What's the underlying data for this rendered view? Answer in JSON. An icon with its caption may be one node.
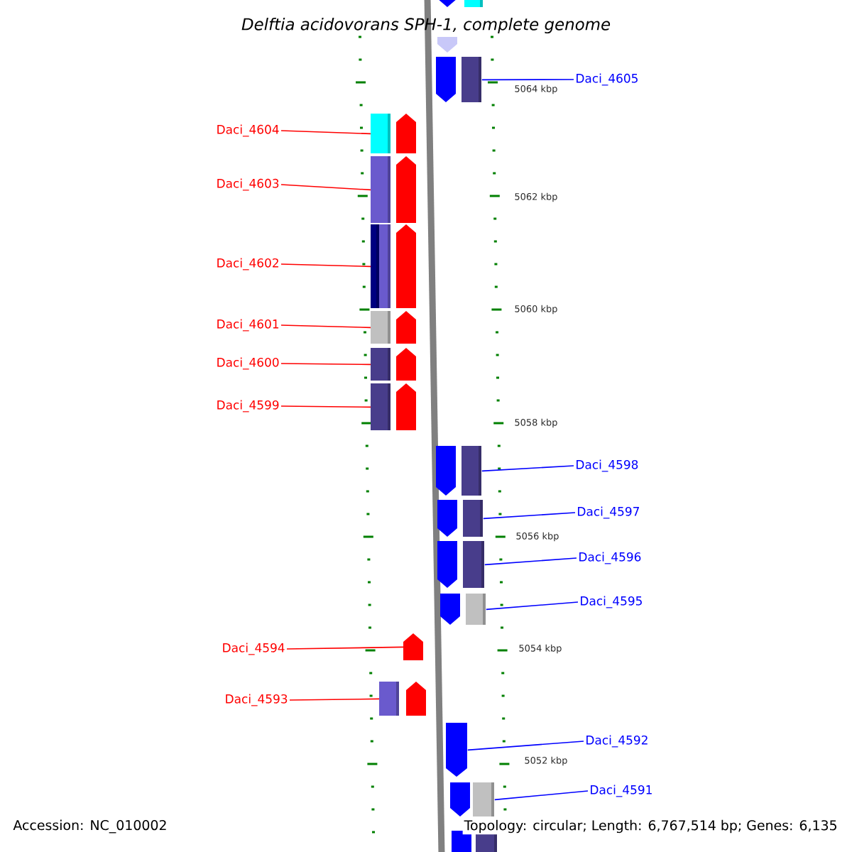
{
  "diagram": {
    "title": "Delftia acidovorans SPH-1, complete genome",
    "nodes": [
      {
        "text": [],
        "shape": "arrow"
      },
      {
        "text": [],
        "shape": "arrow"
      },
      {
        "text": [
          "Daci_4605"
        ]
      },
      {
        "text": [],
        "shape": "arrow"
      },
      {
        "text": [
          "Daci_4604"
        ]
      },
      {
        "text": [],
        "shape": "arrow"
      },
      {
        "text": [
          "Daci_4603"
        ]
      },
      {
        "text": [],
        "shape": "arrow"
      },
      {
        "text": [
          "Daci_4602"
        ]
      },
      {
        "text": [],
        "shape": "arrow"
      },
      {
        "text": [
          "Daci_4601"
        ]
      },
      {
        "text": [],
        "shape": "arrow"
      },
      {
        "text": [
          "Daci_4600"
        ]
      },
      {
        "text": [],
        "shape": "arrow"
      },
      {
        "text": [
          "Daci_4599"
        ]
      },
      {
        "text": [],
        "shape": "arrow"
      },
      {
        "text": [
          "Daci_4598"
        ]
      },
      {
        "text": [],
        "shape": "arrow"
      },
      {
        "text": [
          "Daci_4597"
        ]
      },
      {
        "text": [],
        "shape": "arrow"
      },
      {
        "text": [
          "Daci_4596"
        ]
      },
      {
        "text": [],
        "shape": "arrow"
      },
      {
        "text": [
          "Daci_4595"
        ]
      },
      {
        "text": [],
        "shape": "arrow"
      },
      {
        "text": [
          "Daci_4594"
        ]
      },
      {
        "text": [],
        "shape": "arrow"
      },
      {
        "text": [
          "Daci_4593"
        ]
      },
      {
        "text": [],
        "shape": "arrow"
      },
      {
        "text": [
          "Daci_4592"
        ]
      },
      {
        "text": [],
        "shape": "arrow"
      },
      {
        "text": [
          "Daci_4591"
        ]
      },
      {
        "text": [],
        "shape": "arrow"
      },
      {
        "text": [],
        "shape": "arrow"
      }
    ],
    "edges": [
      {
        "from": 2,
        "to": 3,
        "arrow": "none",
        "color": "#0000ff"
      },
      {
        "from": 4,
        "to": 5,
        "arrow": "none"
      },
      {
        "from": 6,
        "to": 7,
        "arrow": "none"
      },
      {
        "from": 8,
        "to": 9,
        "arrow": "none"
      },
      {
        "from": 10,
        "to": 11,
        "arrow": "none"
      },
      {
        "from": 12,
        "to": 13,
        "arrow": "none"
      },
      {
        "from": 14,
        "to": 15,
        "arrow": "none"
      },
      {
        "from": 16,
        "to": 17,
        "arrow": "none",
        "color": "#0000ff"
      },
      {
        "from": 18,
        "to": 19,
        "arrow": "none",
        "color": "#0000ff"
      },
      {
        "from": 20,
        "to": 21,
        "arrow": "none",
        "color": "#0000ff"
      },
      {
        "from": 22,
        "to": 23,
        "arrow": "none",
        "color": "#0000ff"
      },
      {
        "from": 24,
        "to": 25,
        "arrow": "none"
      },
      {
        "from": 26,
        "to": 27,
        "arrow": "none"
      },
      {
        "from": 28,
        "to": 29,
        "arrow": "none",
        "color": "#0000ff"
      },
      {
        "from": 30,
        "to": 31,
        "arrow": "none",
        "color": "#0000ff"
      }
    ],
    "labels": [
      "5064 kbp",
      "5062 kbp",
      "5060 kbp",
      "5058 kbp",
      "5056 kbp",
      "5054 kbp",
      "5052 kbp",
      "Accession: NC_010002",
      "Topology: circular; Length: 6,767,514 bp; Genes: 6,135"
    ]
  }
}
